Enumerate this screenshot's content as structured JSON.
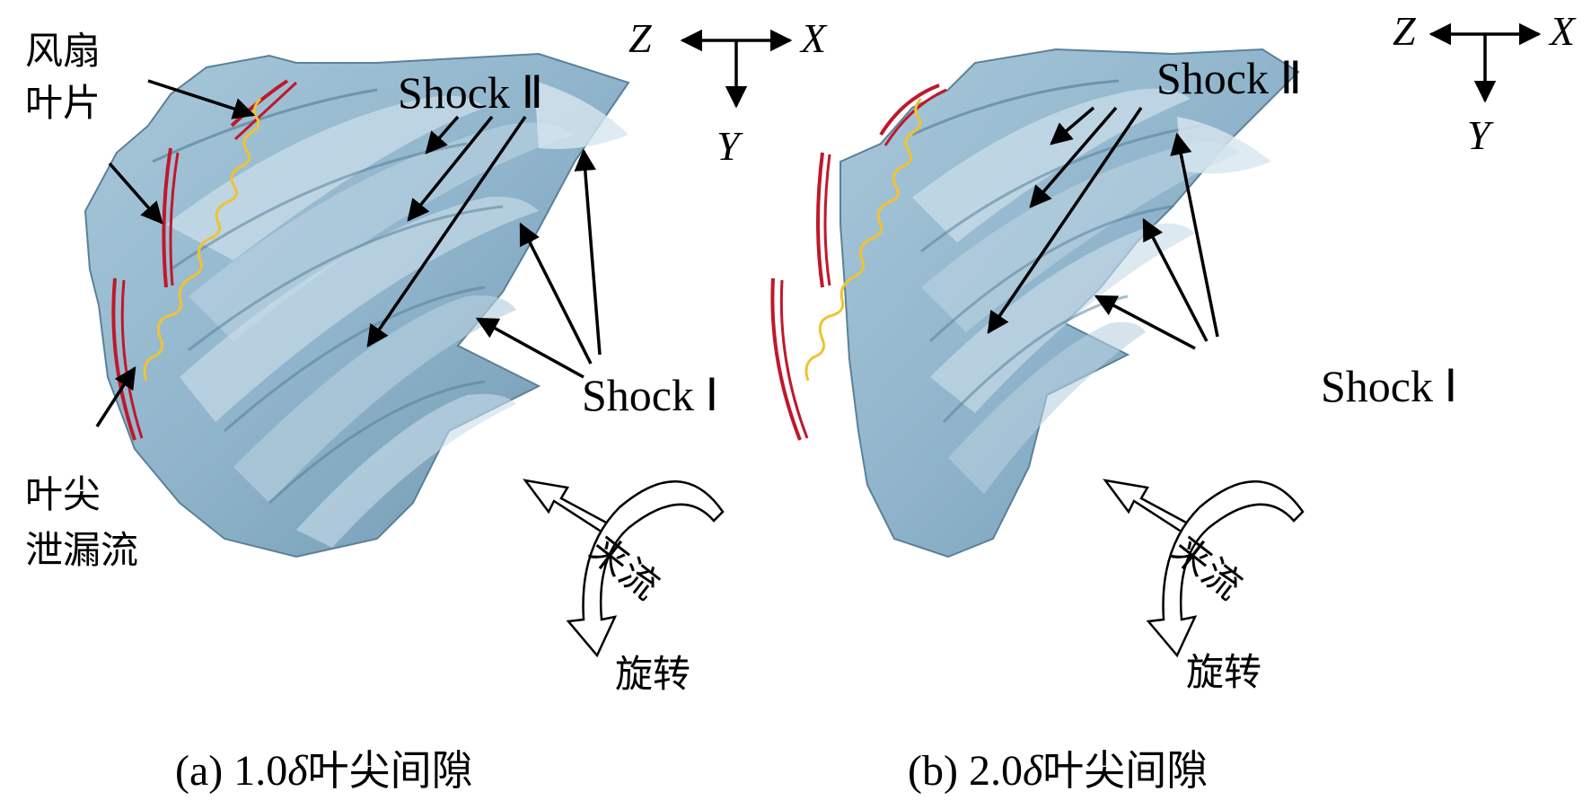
{
  "panels": [
    {
      "id": "a",
      "caption_prefix": "(a) 1.0",
      "caption_delta": "δ",
      "caption_suffix": "叶尖间隙",
      "labels": {
        "fan_blade": "风扇\n叶片",
        "tip_leakage": "叶尖\n泄漏流",
        "shock_2": "Shock Ⅱ",
        "shock_1": "Shock Ⅰ",
        "incoming_flow": "来流",
        "rotation": "旋转"
      },
      "axes": {
        "z": "Z",
        "x": "X",
        "y": "Y"
      }
    },
    {
      "id": "b",
      "caption_prefix": "(b) 2.0",
      "caption_delta": "δ",
      "caption_suffix": "叶尖间隙",
      "labels": {
        "shock_2": "Shock Ⅱ",
        "shock_1": "Shock Ⅰ",
        "incoming_flow": "来流",
        "rotation": "旋转"
      },
      "axes": {
        "z": "Z",
        "x": "X",
        "y": "Y"
      }
    }
  ],
  "colors": {
    "surface": "#8fb4cb",
    "surface_light": "#c9dde9",
    "surface_dark": "#4f7993",
    "tip_vortex_red": "#c0182a",
    "tip_vortex_yellow": "#f1c232"
  }
}
